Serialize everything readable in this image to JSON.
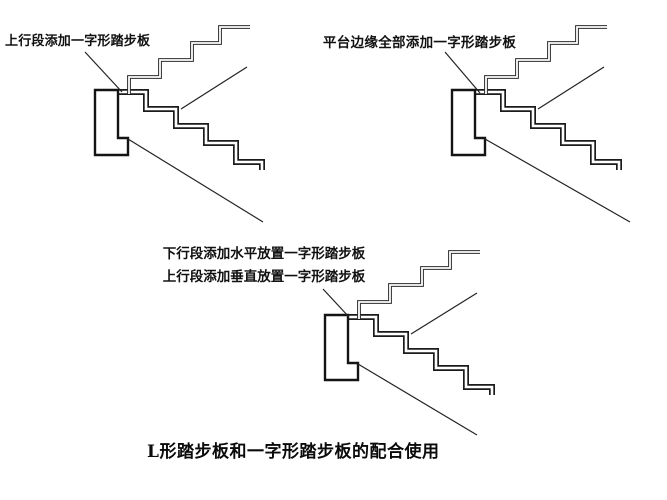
{
  "figure": {
    "background_color": "#ffffff",
    "line_color": "#1b1b1b",
    "caption": "L形踏步板和一字形踏步板的配合使用",
    "diagrams": [
      {
        "position": "top-left",
        "label": "上行段添加一字形踏步板"
      },
      {
        "position": "top-right",
        "label": "平台边缘全部添加一字形踏步板"
      },
      {
        "position": "bottom-center",
        "label_line1": "下行段添加水平放置一字形踏步板",
        "label_line2": "上行段添加垂直放置一字形踏步板"
      }
    ]
  }
}
